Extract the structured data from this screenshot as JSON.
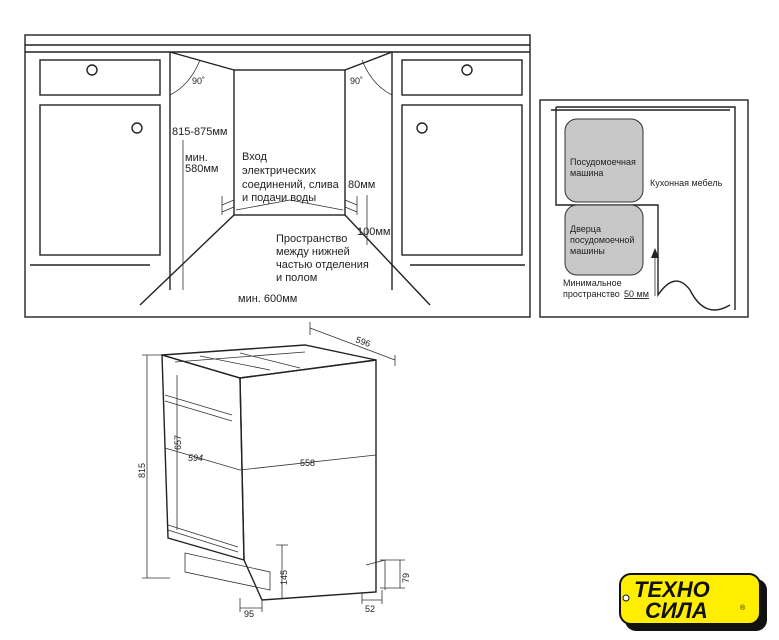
{
  "installation_front": {
    "angle_left": "90˚",
    "angle_right": "90˚",
    "height_range": "815-875мм",
    "min_depth": [
      "мин.",
      "580мм"
    ],
    "inlet_label": [
      "Вход",
      "электрических",
      "соединений, слива",
      "и подачи воды"
    ],
    "dim_80": "80мм",
    "dim_100": "100мм",
    "space_label": [
      "Пространство",
      "между нижней",
      "частью отделения",
      "и полом"
    ],
    "min_width": "мин. 600мм"
  },
  "installation_top": {
    "dishwasher": [
      "Посудомоечная",
      "машина"
    ],
    "door": [
      "Дверца",
      "посудомоечной",
      "машины"
    ],
    "furniture": "Кухонная мебель",
    "min_space": [
      "Минимальное",
      "пространство"
    ],
    "min_space_value": "50 мм"
  },
  "dimensions": {
    "depth_top": "596",
    "height": "815",
    "door_height": "657",
    "width": "594",
    "depth": "558",
    "foot_height": "145",
    "rear_height": "79",
    "rear_offset": "52",
    "front_offset": "95"
  },
  "logo": {
    "line1": "ТЕХНО",
    "line2": "СИЛА",
    "mark": "®",
    "color": "#ffee00"
  }
}
